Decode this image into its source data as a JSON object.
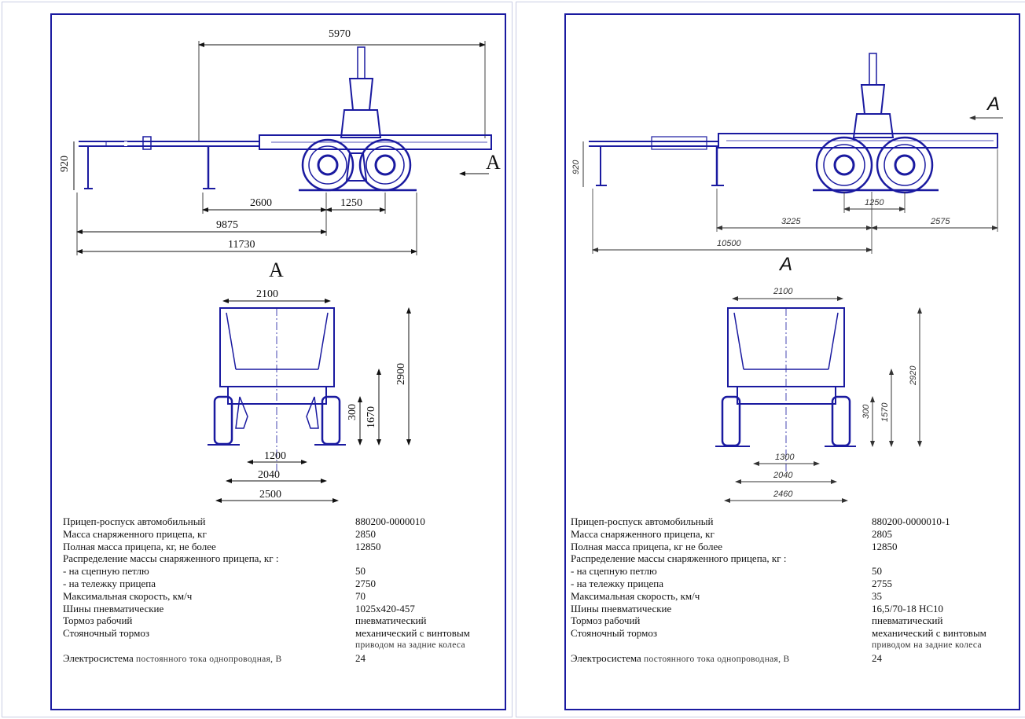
{
  "sheets": [
    {
      "view_label": "A",
      "section_label": "A",
      "side_dims": {
        "overall_top": "5970",
        "height": "920",
        "d2600": "2600",
        "d1250": "1250",
        "d9875": "9875",
        "d11730": "11730"
      },
      "rear_dims": {
        "top": "2100",
        "height_total": "2900",
        "height_mid": "1670",
        "height_small": "300",
        "w1200": "1200",
        "w2040": "2040",
        "w2500": "2500"
      },
      "specs": [
        {
          "label": "Прицеп-роспуск автомобильный",
          "value": "880200-0000010"
        },
        {
          "label": "Масса снаряженного прицепа, кг",
          "value": "2850"
        },
        {
          "label": "Полная масса прицепа, кг, не более",
          "value": "12850"
        },
        {
          "label": "Распределение массы снаряженного прицепа, кг :",
          "value": ""
        },
        {
          "label": "- на сцепную петлю",
          "value": " 50"
        },
        {
          "label": "- на тележку прицепа",
          "value": "2750"
        },
        {
          "label": "Максимальная скорость, км/ч",
          "value": "70"
        },
        {
          "label": "Шины пневматические",
          "value": "1025x420-457"
        },
        {
          "label": "Тормоз рабочий",
          "value": "пневматический"
        },
        {
          "label": "Стояночный тормоз",
          "value": "механический с винтовым"
        },
        {
          "label": "",
          "value": "приводом на задние колеса"
        }
      ],
      "electric": {
        "bold": "Электросистема",
        "rest": " постоянного тока однопроводная, В",
        "value": "24"
      }
    },
    {
      "view_label": "A",
      "section_label": "A",
      "side_dims": {
        "height": "920",
        "d1250": "1250",
        "d3225": "3225",
        "d2575": "2575",
        "d10500": "10500"
      },
      "rear_dims": {
        "top": "2100",
        "height_total": "2920",
        "height_mid": "1570",
        "height_small": "300",
        "w1200": "1300",
        "w2040": "2040",
        "w2500": "2460"
      },
      "specs": [
        {
          "label": "Прицеп-роспуск автомобильный",
          "value": "880200-0000010-1"
        },
        {
          "label": "Масса снаряженного прицепа, кг",
          "value": "2805"
        },
        {
          "label": "Полная масса прицепа, кг не более",
          "value": "12850"
        },
        {
          "label": "Распределение массы снаряженного прицепа, кг :",
          "value": ""
        },
        {
          "label": "- на сцепную петлю",
          "value": "50"
        },
        {
          "label": "- на тележку прицепа",
          "value": "2755"
        },
        {
          "label": "Максимальная скорость, км/ч",
          "value": "35"
        },
        {
          "label": "Шины пневматические",
          "value": "16,5/70-18 НС10"
        },
        {
          "label": "Тормоз рабочий",
          "value": "пневматический"
        },
        {
          "label": "Стояночный тормоз",
          "value": "механический с винтовым"
        },
        {
          "label": "",
          "value": "приводом на задние колеса"
        }
      ],
      "electric": {
        "bold": "Электросистема",
        "rest": " постоянного тока однопроводная, В",
        "value": "24"
      }
    }
  ]
}
